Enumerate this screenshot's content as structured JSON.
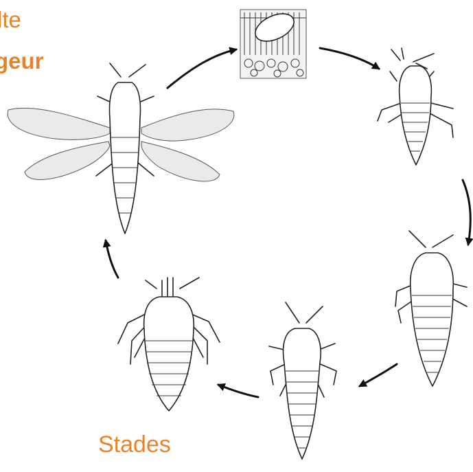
{
  "labels": {
    "adult_line1": "lte",
    "adult_line2": "geur",
    "stages": "Stades"
  },
  "colors": {
    "accent": "#e8832a",
    "ink": "#222222",
    "background": "#ffffff"
  },
  "icons": [
    "egg-icon",
    "first-instar-larva-icon",
    "second-instar-larva-icon",
    "prepupa-icon",
    "pupa-icon",
    "winged-adult-icon",
    "cycle-arrow-icon"
  ]
}
